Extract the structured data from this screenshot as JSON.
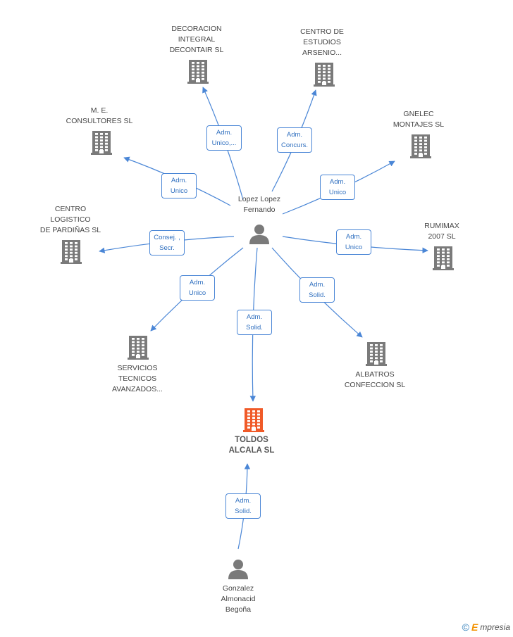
{
  "colors": {
    "edge": "#4a86d6",
    "building": "#7a7a7a",
    "building_main": "#f05a28",
    "person": "#7a7a7a"
  },
  "persons": [
    {
      "id": "lopez",
      "label": "Lopez Lopez\nFernando"
    },
    {
      "id": "gonzalez",
      "label": "Gonzalez\nAlmonacid\nBegoña"
    }
  ],
  "companies": [
    {
      "id": "toldos",
      "label": "TOLDOS\nALCALA SL",
      "main": true
    },
    {
      "id": "decoracion",
      "label": "DECORACION\nINTEGRAL\nDECONTAIR SL"
    },
    {
      "id": "centro_estudios",
      "label": "CENTRO DE\nESTUDIOS\nARSENIO..."
    },
    {
      "id": "me_consultores",
      "label": "M. E.\nCONSULTORES SL"
    },
    {
      "id": "gnelec",
      "label": "GNELEC\nMONTAJES  SL"
    },
    {
      "id": "centro_logistico",
      "label": "CENTRO\nLOGISTICO\nDE PARDIÑAS SL"
    },
    {
      "id": "rumimax",
      "label": "RUMIMAX\n2007 SL"
    },
    {
      "id": "servicios",
      "label": "SERVICIOS\nTECNICOS\nAVANZADOS..."
    },
    {
      "id": "albatros",
      "label": "ALBATROS\nCONFECCION SL"
    }
  ],
  "relations": [
    {
      "from": "lopez",
      "to": "decoracion",
      "role": "Adm.\nUnico,..."
    },
    {
      "from": "lopez",
      "to": "centro_estudios",
      "role": "Adm.\nConcurs."
    },
    {
      "from": "lopez",
      "to": "me_consultores",
      "role": "Adm.\nUnico"
    },
    {
      "from": "lopez",
      "to": "gnelec",
      "role": "Adm.\nUnico"
    },
    {
      "from": "lopez",
      "to": "centro_logistico",
      "role": "Consej. ,\nSecr."
    },
    {
      "from": "lopez",
      "to": "rumimax",
      "role": "Adm.\nUnico"
    },
    {
      "from": "lopez",
      "to": "servicios",
      "role": "Adm.\nUnico"
    },
    {
      "from": "lopez",
      "to": "albatros",
      "role": "Adm.\nSolid."
    },
    {
      "from": "lopez",
      "to": "toldos",
      "role": "Adm.\nSolid."
    },
    {
      "from": "gonzalez",
      "to": "toldos",
      "role": "Adm.\nSolid."
    }
  ],
  "footer": {
    "copyright": "©",
    "brand_initial": "E",
    "brand_rest": "mpresia"
  }
}
